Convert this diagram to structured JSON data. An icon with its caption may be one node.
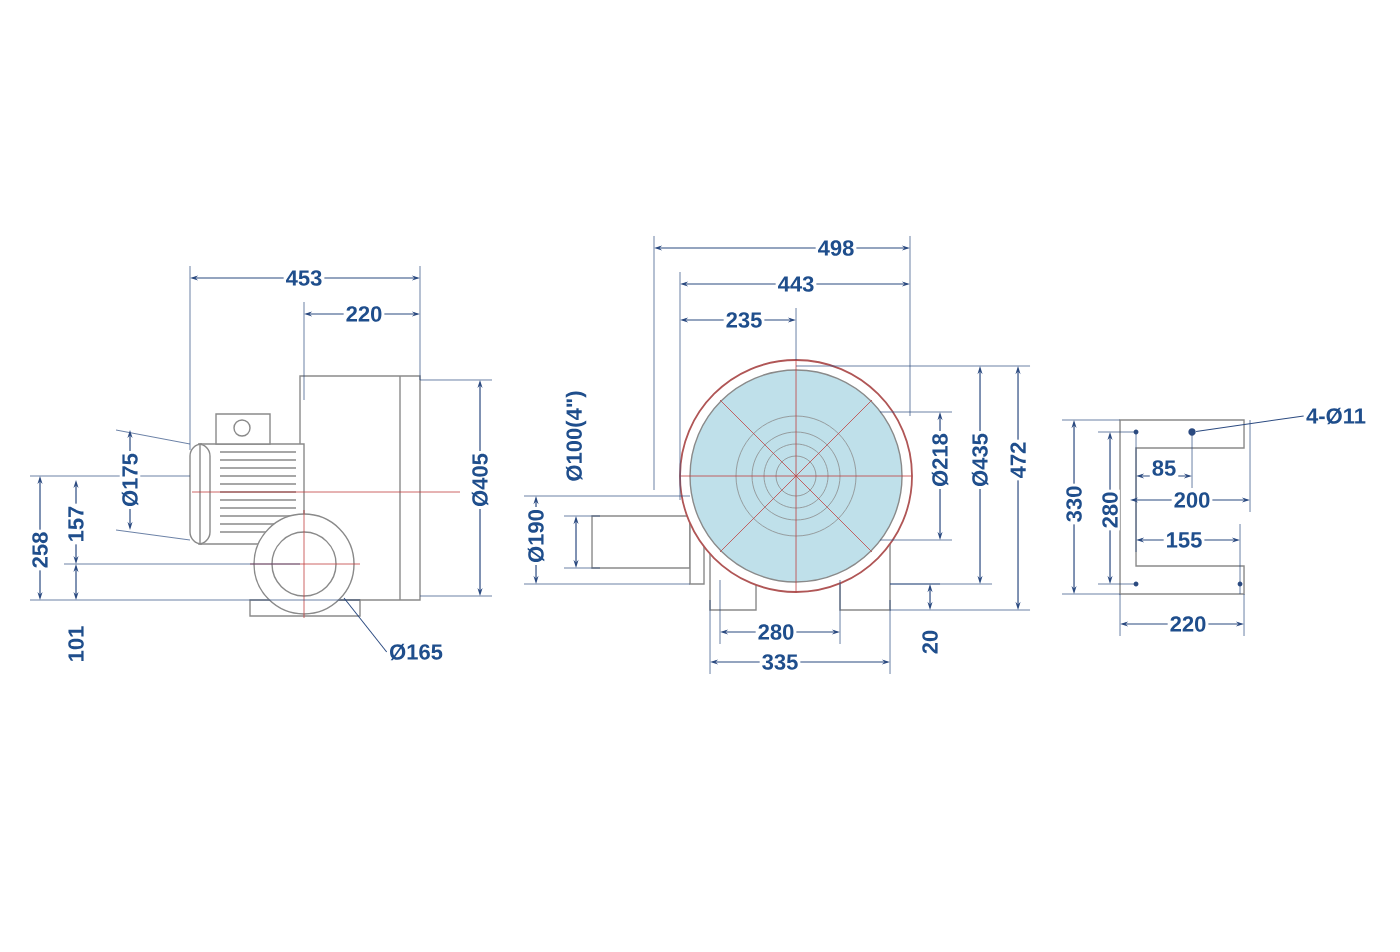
{
  "diagram": {
    "nodes": [
      {
        "text": [
          "Ø165"
        ]
      },
      {
        "text": [
          "4-Ø11"
        ]
      },
      {
        "text": [],
        "shape": "circle"
      }
    ],
    "edges": [
      {
        "from": 0,
        "to": null,
        "arrow": "none"
      },
      {
        "from": 1,
        "to": 2,
        "arrow": "none"
      }
    ],
    "labels": [
      "453",
      "220",
      "498",
      "443",
      "235",
      "Ø175",
      "Ø405",
      "Ø100(4\")",
      "Ø218",
      "Ø435",
      "472",
      "330",
      "85",
      "280",
      "200",
      "258",
      "157",
      "Ø190",
      "155",
      "101",
      "280",
      "335",
      "20",
      "220"
    ]
  }
}
